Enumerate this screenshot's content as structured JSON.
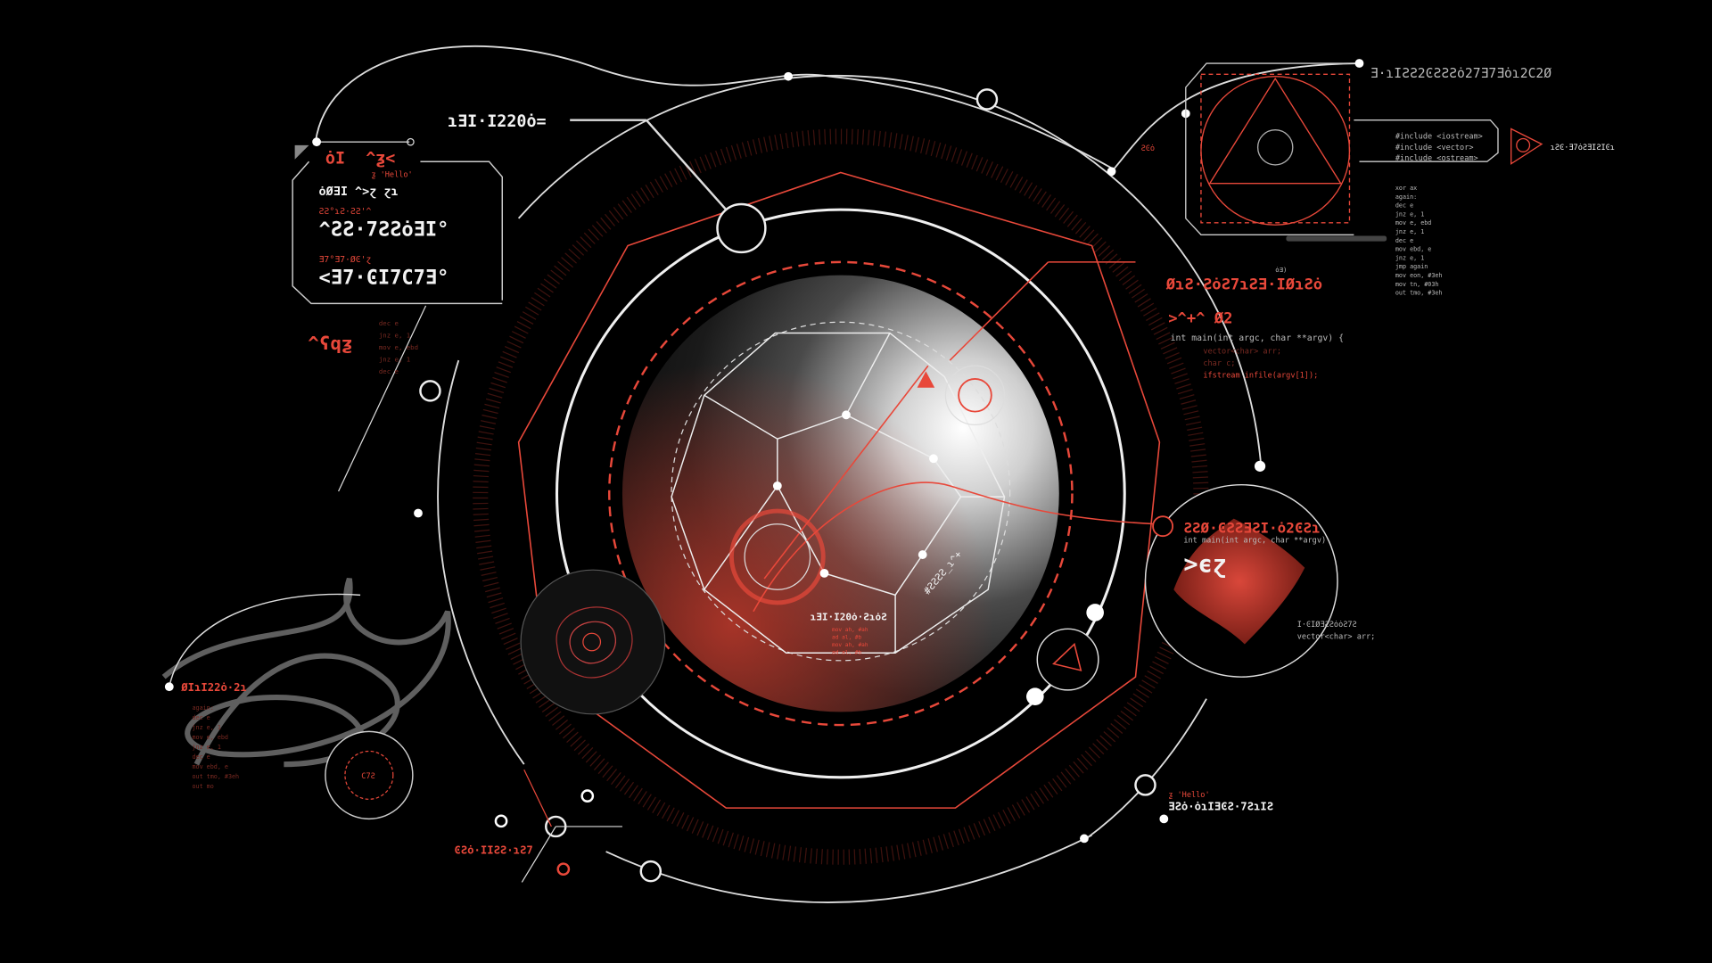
{
  "colors": {
    "background": "#000000",
    "accent": "#e8483a",
    "line": "#e6e6e6",
    "dim_red": "#7a2a22"
  },
  "top_label": "ɿƎI·I220ȯ=",
  "info_panel": {
    "header_a": "ȯI",
    "header_b": "^ƺ<",
    "hello": "ƺ 'Hello'",
    "row1": "ȯØƎI  ^>ɀ  ɀɿ",
    "coord1_label": "ƧƧ°ɿƧ·ƧƧ'^",
    "coord1": "^ƧƧ·7ƧƧȯƎI°",
    "coord2_label": "Ǝ7°Ǝ7·ØϾ'ɀ",
    "coord2": "<Ǝ7·ϾI7Ϲ7Ǝ°",
    "tag": "^ʕqƺ",
    "asm": [
      "dec e",
      "jnz e, 1",
      "mov e, ebd",
      "jnz e, 1",
      "dec e"
    ]
  },
  "top_right": {
    "header": "Ǝ·ɿIƧƧ2ϾƧƧƧȯ27Ǝ7Ǝȯɿ2Ϲ2Ø",
    "includes": [
      "#include <iostream>",
      "#include <vector>",
      "#include <ostream>"
    ],
    "arrow_label": "ɿƧϾ·Ǝ7ȯƧƎIƧIϾɿ",
    "side_label": "ƧϾȯ",
    "tick_label": "ȯƎ)",
    "asm": [
      "xor ax",
      "again:",
      "  dec e",
      "  jnz e, 1",
      "  mov e, ebd",
      "  jnz e, 1",
      "  dec e",
      "  mov ebd, e",
      "  jnz e, 1",
      "jmp again",
      "mov eon, #3eh",
      "mov tn, #03h",
      "out tmo, #3eh"
    ]
  },
  "code_block": {
    "title": "ØɿƧ·ƧȯƧ7ɿƧƎ·IØɿƧȯ",
    "subtitle": ">^+^  Ø2",
    "line1": "int main(int argc, char **argv) {",
    "line2": "vector<char> arr;",
    "line3": "char c;",
    "line4": "ifstream infile(argv[1]);"
  },
  "planet": {
    "label": "ɿƎI·I20ȯ·ƧɿȯƧ",
    "sublines": [
      "mov ah, #ah",
      "ad al, #b",
      "mov ah, #ah",
      "ad al, #b"
    ],
    "vertical_label": "#ƧƧƧƧ_ɿ^+"
  },
  "right_blob": {
    "title": "ƧƧØ·ϾƧƧƎƧI·ȯ2ϾƧɿ",
    "subtitle": "int main(int argc, char **argv)",
    "big": ">ϵɀ",
    "line1": "I·ϾIØƎƧƧȯȯƧ7Ƨ",
    "line2": "vector<char> arr;"
  },
  "bottom_right": {
    "hello": "ƺ 'Hello'",
    "label": "ƎƧȯ·ȯɿIƎϾƧ·7ƧɿIƧ"
  },
  "bottom_left": {
    "label": "ØIɿI22ȯ·2ɿ",
    "asm": [
      "again:",
      "  dec e",
      "  jnz e, 1",
      "  mov e, ebd",
      "  jnz e, 1",
      "  dec e",
      "  mov ebd, e",
      "  out tmo, #3eh",
      "  out mo"
    ],
    "gauge": "Ϲ7Ƨ"
  },
  "bottom_label": "ϾƧȯ·IIƧƧ·ɿƧ7"
}
